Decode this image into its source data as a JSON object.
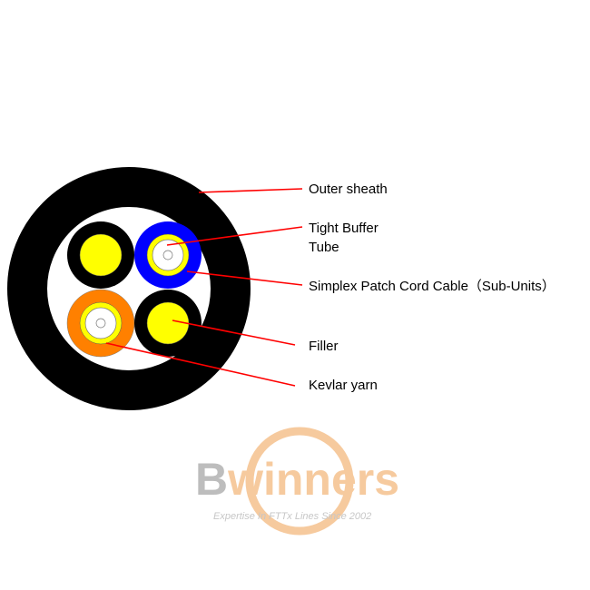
{
  "labels": {
    "outer_sheath": "Outer sheath",
    "tight_buffer_line1": "Tight Buffer",
    "tight_buffer_line2": "Tube",
    "simplex": "Simplex Patch Cord Cable（Sub-Units）",
    "filler": "Filler",
    "kevlar": "Kevlar yarn"
  },
  "watermark": {
    "brand": "Bwinners",
    "tagline": "Expertise In FTTx Lines Since 2002"
  },
  "colors": {
    "sheath": "#000000",
    "filler_core": "#ffff00",
    "blue_jacket": "#0000ff",
    "orange_jacket": "#ff8000",
    "leader": "#ff0000",
    "watermark": "#f0b070"
  }
}
